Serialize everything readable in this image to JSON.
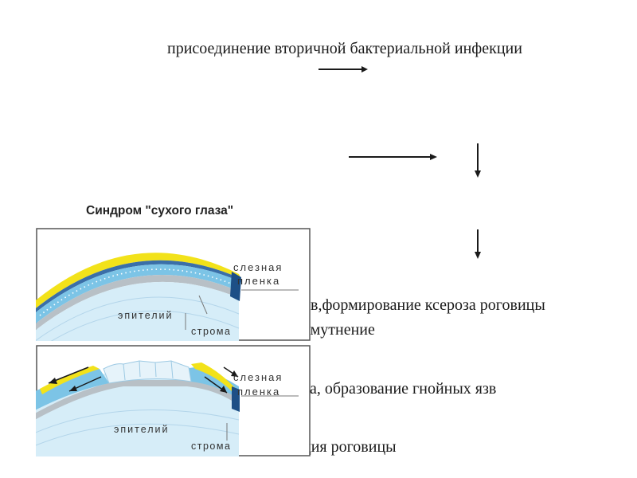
{
  "flow": {
    "line_top": "присоединение вторичной бактериальной инфекции",
    "line_xerosis": "ов,формирование ксероза роговицы",
    "line_clouding": "омутнение",
    "line_ulcers": "та, образование гнойных язв",
    "line_cornea": "ция роговицы"
  },
  "panel": {
    "title": "Синдром \"сухого глаза\"",
    "top_diagram": {
      "tear_label_1": "слезная",
      "tear_label_2": "пленка",
      "epithelium": "эпителий",
      "stroma": "строма"
    },
    "bottom_diagram": {
      "tear_label_1": "слезная",
      "tear_label_2": "пленка",
      "epithelium": "эпителий",
      "stroma": "строма"
    }
  },
  "colors": {
    "tear_film": "#f2e21a",
    "cornea_light": "#d6edf8",
    "cornea_blue": "#7cc4e6",
    "gray_layer": "#b8c0c6"
  }
}
